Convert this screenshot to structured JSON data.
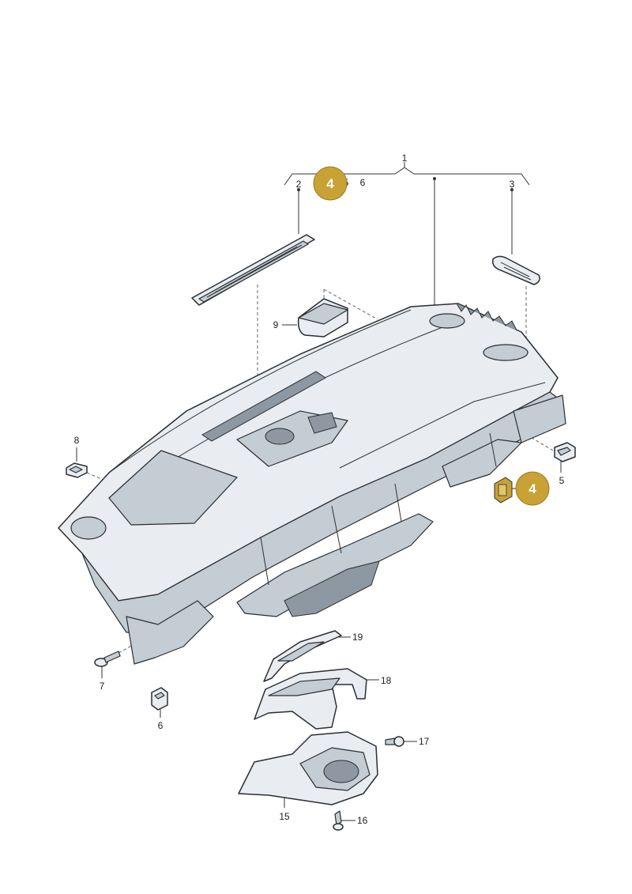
{
  "labels": {
    "l1": "1",
    "l2": "2",
    "l3": "3",
    "l5_top": "5",
    "l6_top": "6",
    "l5": "5",
    "l6": "6",
    "l7": "7",
    "l8": "8",
    "l9": "9",
    "l15": "15",
    "l16": "16",
    "l17": "17",
    "l18": "18",
    "l19": "19"
  },
  "badges": {
    "top": "4",
    "right": "4"
  },
  "colors": {
    "badge": "#c9a236",
    "highlight_part": "#c9a236"
  }
}
